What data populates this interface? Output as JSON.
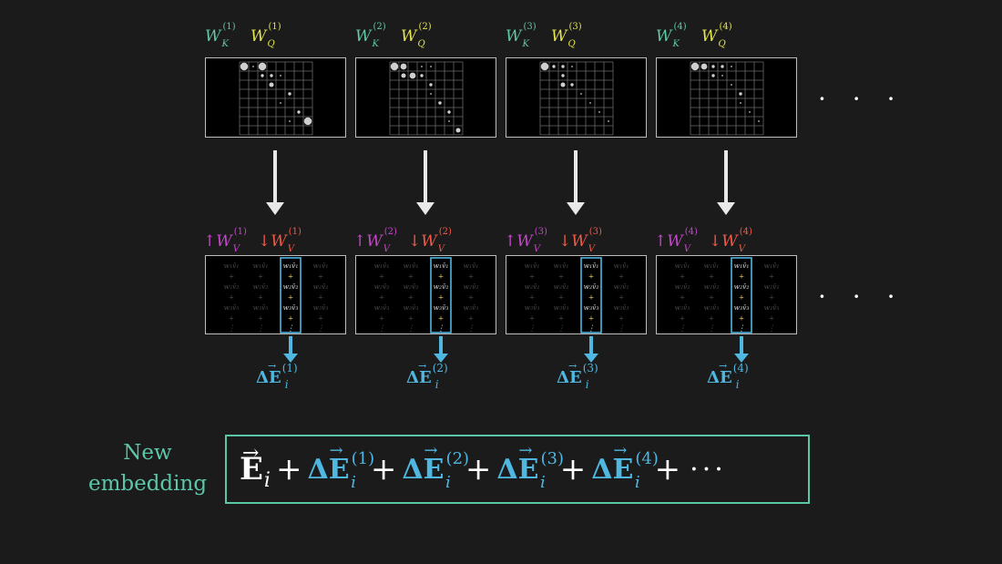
{
  "heads": [
    {
      "wk_sup": "(1)",
      "wq_sup": "(1)",
      "up_sup": "(1)",
      "down_sup": "(1)",
      "delta_sup": "(1)"
    },
    {
      "wk_sup": "(2)",
      "wq_sup": "(2)",
      "up_sup": "(2)",
      "down_sup": "(2)",
      "delta_sup": "(2)"
    },
    {
      "wk_sup": "(3)",
      "wq_sup": "(3)",
      "up_sup": "(3)",
      "down_sup": "(3)",
      "delta_sup": "(3)"
    },
    {
      "wk_sup": "(4)",
      "wq_sup": "(4)",
      "up_sup": "(4)",
      "down_sup": "(4)",
      "delta_sup": "(4)"
    }
  ],
  "symbols": {
    "wk": "W",
    "wk_sub": "K",
    "wq": "W",
    "wq_sub": "Q",
    "wv_up": "↑W",
    "wv_down": "↓W",
    "wv_sub": "V",
    "delta": "ΔE",
    "delta_sub": "i",
    "ellipsis": "· · ·"
  },
  "vector_rows": [
    {
      "text": "w₁v̄₁",
      "key": "w1v1"
    },
    {
      "text": "+",
      "key": "plus"
    },
    {
      "text": "w₂v̄₂",
      "key": "w2v2"
    },
    {
      "text": "+",
      "key": "plus"
    },
    {
      "text": "w₃v̄₃",
      "key": "w3v3"
    },
    {
      "text": "+",
      "key": "plus"
    },
    {
      "text": "⋮",
      "key": "vdots"
    }
  ],
  "bottom": {
    "label_line1": "New",
    "label_line2": "embedding",
    "e_symbol": "E",
    "e_sub": "i",
    "plus": "+",
    "delta_terms": [
      {
        "sup": "(1)"
      },
      {
        "sup": "(2)"
      },
      {
        "sup": "(3)"
      },
      {
        "sup": "(4)"
      }
    ],
    "trailing": "···"
  },
  "colors": {
    "wk": "#62c7a7",
    "wq": "#e3e352",
    "wv_up": "#c548c9",
    "wv_down": "#f25a4a",
    "delta": "#4fb7e0",
    "new_embedding": "#5cc6a8",
    "panel_border": "#bdbdbd",
    "highlight": "#4fb7e0"
  }
}
